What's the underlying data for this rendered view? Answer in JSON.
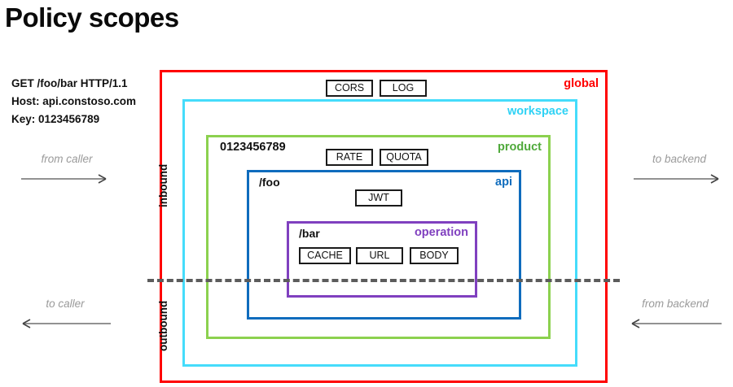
{
  "title": "Policy scopes",
  "request": {
    "lines": [
      "GET /foo/bar HTTP/1.1",
      "Host: api.constoso.com",
      "Key: 0123456789"
    ]
  },
  "flows": [
    {
      "id": "from-caller",
      "label": "from caller",
      "direction": "right"
    },
    {
      "id": "to-caller",
      "label": "to caller",
      "direction": "left"
    },
    {
      "id": "to-backend",
      "label": "to backend",
      "direction": "right"
    },
    {
      "id": "from-backend",
      "label": "from backend",
      "direction": "left"
    }
  ],
  "directions": {
    "inbound": "inbound",
    "outbound": "outbound"
  },
  "scopes": [
    {
      "id": "global",
      "label": "global",
      "color": "#ff0000",
      "border": "#ff0000",
      "inner_text": ""
    },
    {
      "id": "workspace",
      "label": "workspace",
      "color": "#2fd2f5",
      "border": "#45dcfb",
      "inner_text": ""
    },
    {
      "id": "product",
      "label": "product",
      "color": "#4fa93b",
      "border": "#8cd14f",
      "inner_text": "0123456789"
    },
    {
      "id": "api",
      "label": "api",
      "color": "#0f6cbd",
      "border": "#0f6cbd",
      "inner_text": "/foo"
    },
    {
      "id": "operation",
      "label": "operation",
      "color": "#8040bf",
      "border": "#8040bf",
      "inner_text": "/bar"
    }
  ],
  "policies": [
    {
      "id": "cors",
      "label": "CORS",
      "scope": "global"
    },
    {
      "id": "log",
      "label": "LOG",
      "scope": "global"
    },
    {
      "id": "rate",
      "label": "RATE",
      "scope": "product"
    },
    {
      "id": "quota",
      "label": "QUOTA",
      "scope": "product"
    },
    {
      "id": "jwt",
      "label": "JWT",
      "scope": "api"
    },
    {
      "id": "cache",
      "label": "CACHE",
      "scope": "operation"
    },
    {
      "id": "url",
      "label": "URL",
      "scope": "operation"
    },
    {
      "id": "body",
      "label": "BODY",
      "scope": "operation"
    }
  ]
}
